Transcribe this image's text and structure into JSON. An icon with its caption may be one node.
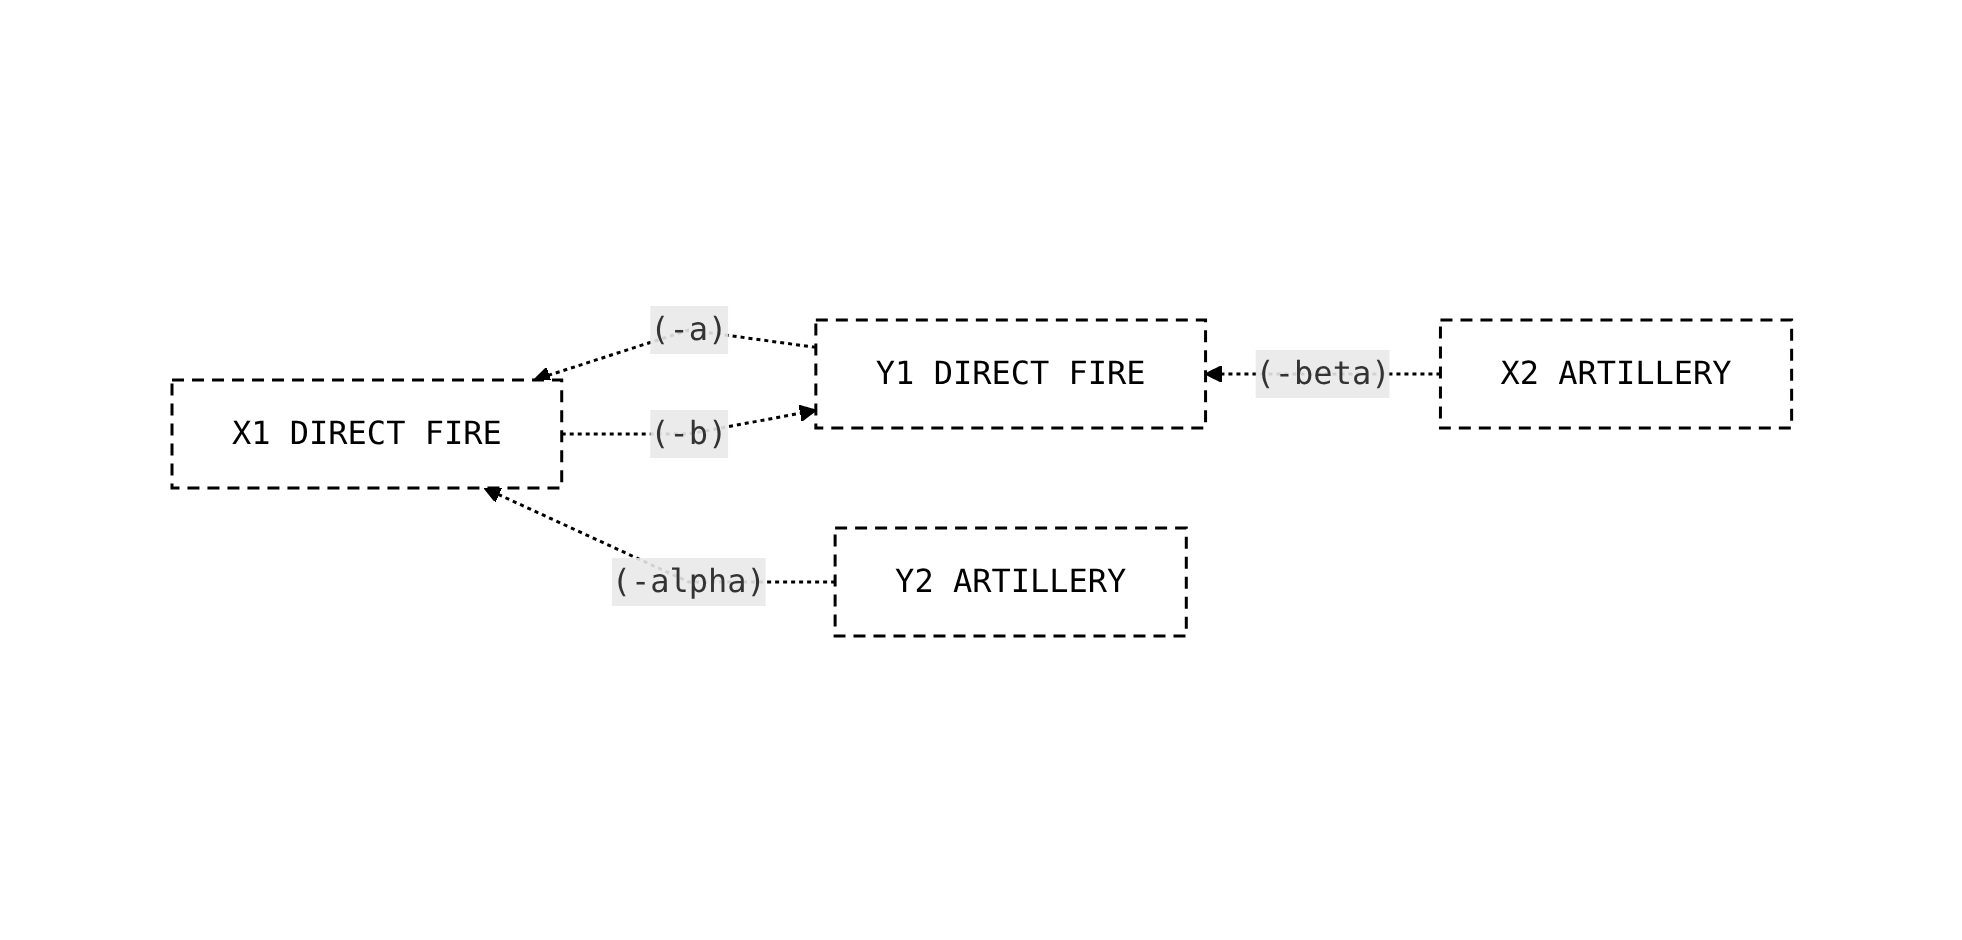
{
  "diagram": {
    "nodes": [
      {
        "text": [
          "X2 ARTILLERY"
        ]
      },
      {
        "text": [
          "Y1 DIRECT FIRE"
        ]
      },
      {
        "text": [
          "X1 DIRECT FIRE"
        ]
      },
      {
        "text": [
          "Y2 ARTILLERY"
        ]
      }
    ],
    "edges": [
      {
        "from": 0,
        "to": 1,
        "arrow": "to",
        "label": "(-beta)",
        "style": "dashed"
      },
      {
        "from": 1,
        "to": 2,
        "arrow": "to",
        "label": "(-a)",
        "style": "dashed"
      },
      {
        "from": 2,
        "to": 1,
        "arrow": "to",
        "label": "(-b)",
        "style": "dashed"
      },
      {
        "from": 3,
        "to": 2,
        "arrow": "to",
        "label": "(-alpha)",
        "style": "dashed"
      }
    ]
  }
}
